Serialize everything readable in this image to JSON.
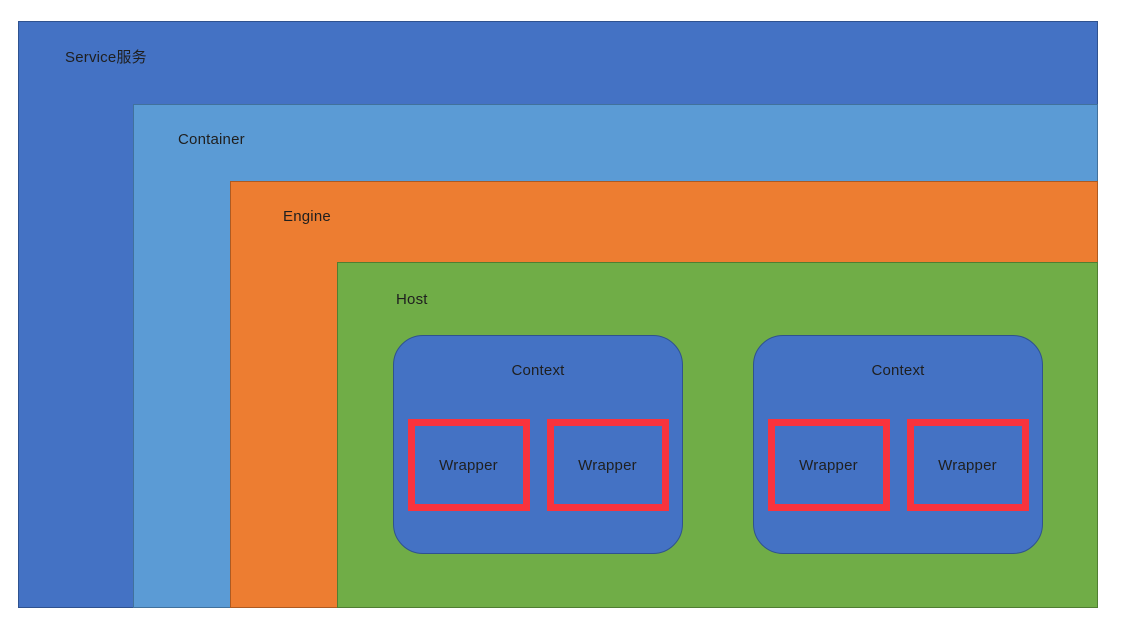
{
  "diagram": {
    "title": "nested-architecture-diagram",
    "service": {
      "label": "Service服务",
      "fill": "#4472c4",
      "border": "#2f528f"
    },
    "container": {
      "label": "Container",
      "fill": "#5b9bd5",
      "border": "#41719c"
    },
    "engine": {
      "label": "Engine",
      "fill": "#ed7d31",
      "border": "#ae5a21"
    },
    "host": {
      "label": "Host",
      "fill": "#70ad47",
      "border": "#507e32"
    },
    "contexts": [
      {
        "label": "Context",
        "fill": "#4472c4",
        "wrappers": [
          {
            "label": "Wrapper"
          },
          {
            "label": "Wrapper"
          }
        ]
      },
      {
        "label": "Context",
        "fill": "#4472c4",
        "wrappers": [
          {
            "label": "Wrapper"
          },
          {
            "label": "Wrapper"
          }
        ]
      }
    ],
    "colors": {
      "wrapper_border": "#f9333d",
      "text": "#1f1f1f",
      "background": "#ffffff"
    }
  }
}
